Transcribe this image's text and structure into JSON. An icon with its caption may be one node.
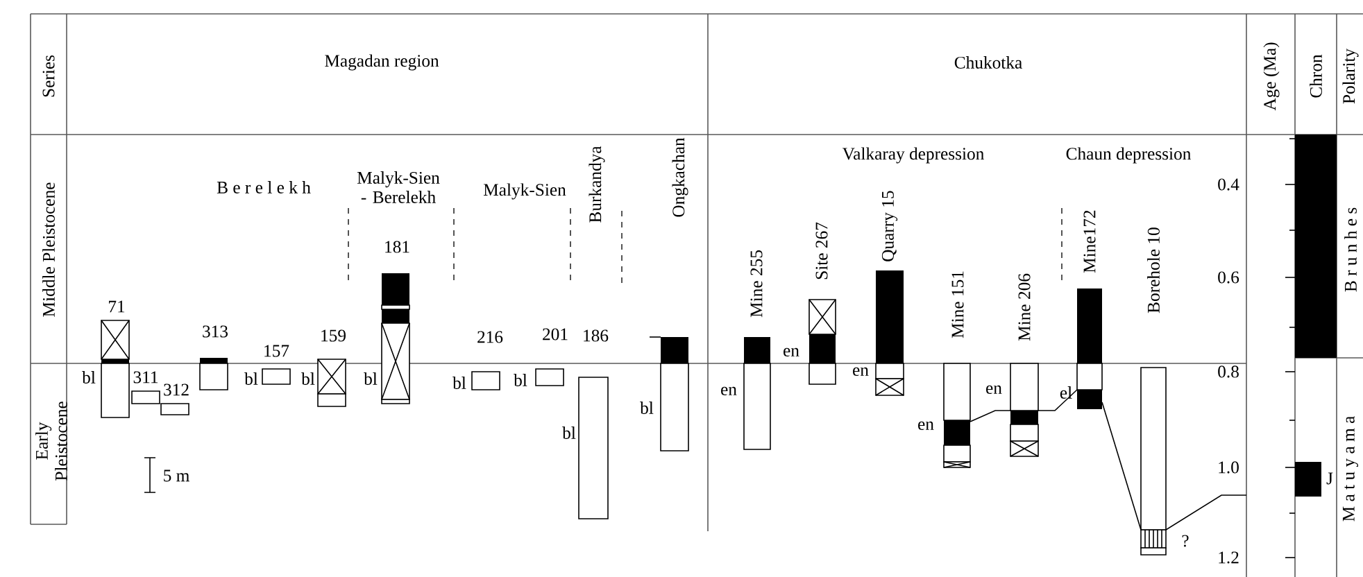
{
  "diagram": {
    "labels": [
      "Series",
      "Magadan region",
      "Chukotka",
      "Age (Ma)",
      "Chron",
      "Polarity",
      "Middle Pleistocene",
      "B e r e l e k h",
      "Malyk-Sien - Berelekh",
      "Malyk-Sien",
      "Burkandya",
      "Ongkachan",
      "Valkaray depression",
      "Chaun depression",
      "0.4",
      "B r u n h e s",
      "181",
      "Mine 255",
      "Site 267",
      "Quarry 15",
      "Mine 151",
      "Mine 206",
      "Mine172",
      "Borehole 10",
      "0.6",
      "71",
      "313",
      "157",
      "159",
      "216",
      "201",
      "186",
      "en",
      "bl",
      "311",
      "312",
      "bl",
      "bl",
      "bl",
      "bl",
      "bl",
      "en",
      "en",
      "en",
      "el",
      "0.8",
      "bl",
      "bl",
      "en",
      "Early Pleistocene",
      "5 m",
      "1.0",
      "J",
      "M a t u y a m a",
      "?",
      "1.2"
    ]
  }
}
